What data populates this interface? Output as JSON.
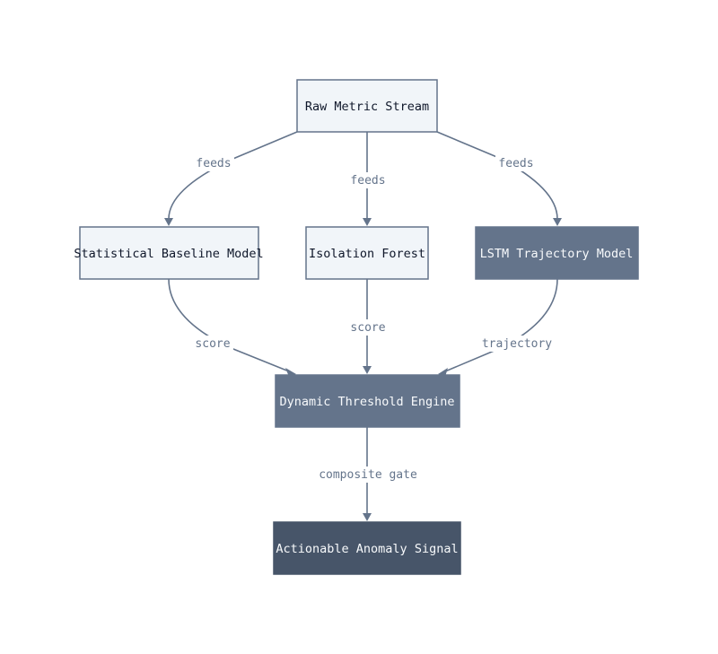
{
  "colors": {
    "light_fill": "#f1f5f9",
    "light_stroke": "#64748b",
    "light_text": "#0f172a",
    "mid_fill": "#64748b",
    "mid_text": "#f8fafc",
    "dark_fill": "#475569",
    "dark_text": "#f8fafc",
    "edge": "#64748b",
    "edge_label": "#64748b"
  },
  "nodes": {
    "raw": {
      "label": "Raw Metric Stream",
      "style": "light"
    },
    "stat": {
      "label": "Statistical Baseline Model",
      "style": "light"
    },
    "iso": {
      "label": "Isolation Forest",
      "style": "light"
    },
    "lstm": {
      "label": "LSTM Trajectory Model",
      "style": "mid"
    },
    "dte": {
      "label": "Dynamic Threshold Engine",
      "style": "mid"
    },
    "signal": {
      "label": "Actionable Anomaly Signal",
      "style": "dark"
    }
  },
  "edges": [
    {
      "from": "raw",
      "to": "stat",
      "label": "feeds"
    },
    {
      "from": "raw",
      "to": "iso",
      "label": "feeds"
    },
    {
      "from": "raw",
      "to": "lstm",
      "label": "feeds"
    },
    {
      "from": "stat",
      "to": "dte",
      "label": "score"
    },
    {
      "from": "iso",
      "to": "dte",
      "label": "score"
    },
    {
      "from": "lstm",
      "to": "dte",
      "label": "trajectory"
    },
    {
      "from": "dte",
      "to": "signal",
      "label": "composite gate"
    }
  ]
}
